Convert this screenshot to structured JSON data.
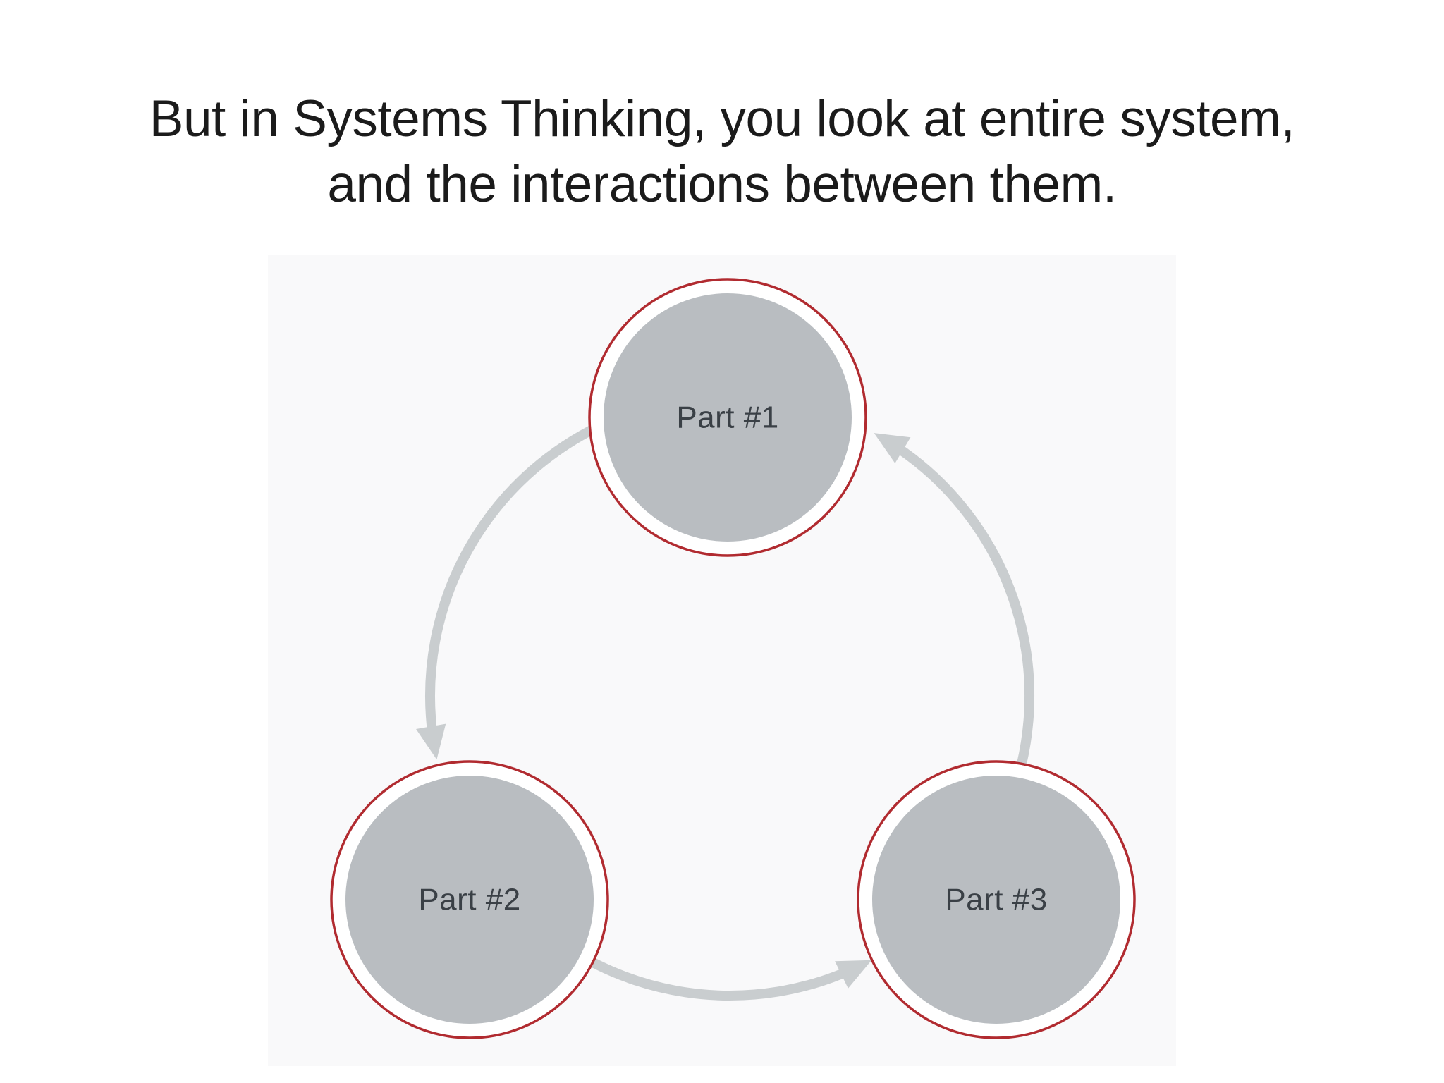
{
  "title": {
    "line1": "But in Systems Thinking, you look at entire system,",
    "line2": "and the interactions between them."
  },
  "diagram": {
    "nodes": [
      {
        "id": "part-1",
        "label": "Part #1"
      },
      {
        "id": "part-2",
        "label": "Part #2"
      },
      {
        "id": "part-3",
        "label": "Part #3"
      }
    ],
    "connections": [
      "Part #1 → Part #2",
      "Part #2 → Part #3",
      "Part #3 → Part #1"
    ],
    "colors": {
      "page_bg": "#ffffff",
      "panel_bg": "#f9f9fa",
      "title_text": "#1b1b1b",
      "node_fill": "#b9bdc1",
      "node_gap_ring": "#ffffff",
      "node_ring": "#b12b30",
      "arrow": "#c9cdcf",
      "label_text": "#3a4046"
    }
  }
}
